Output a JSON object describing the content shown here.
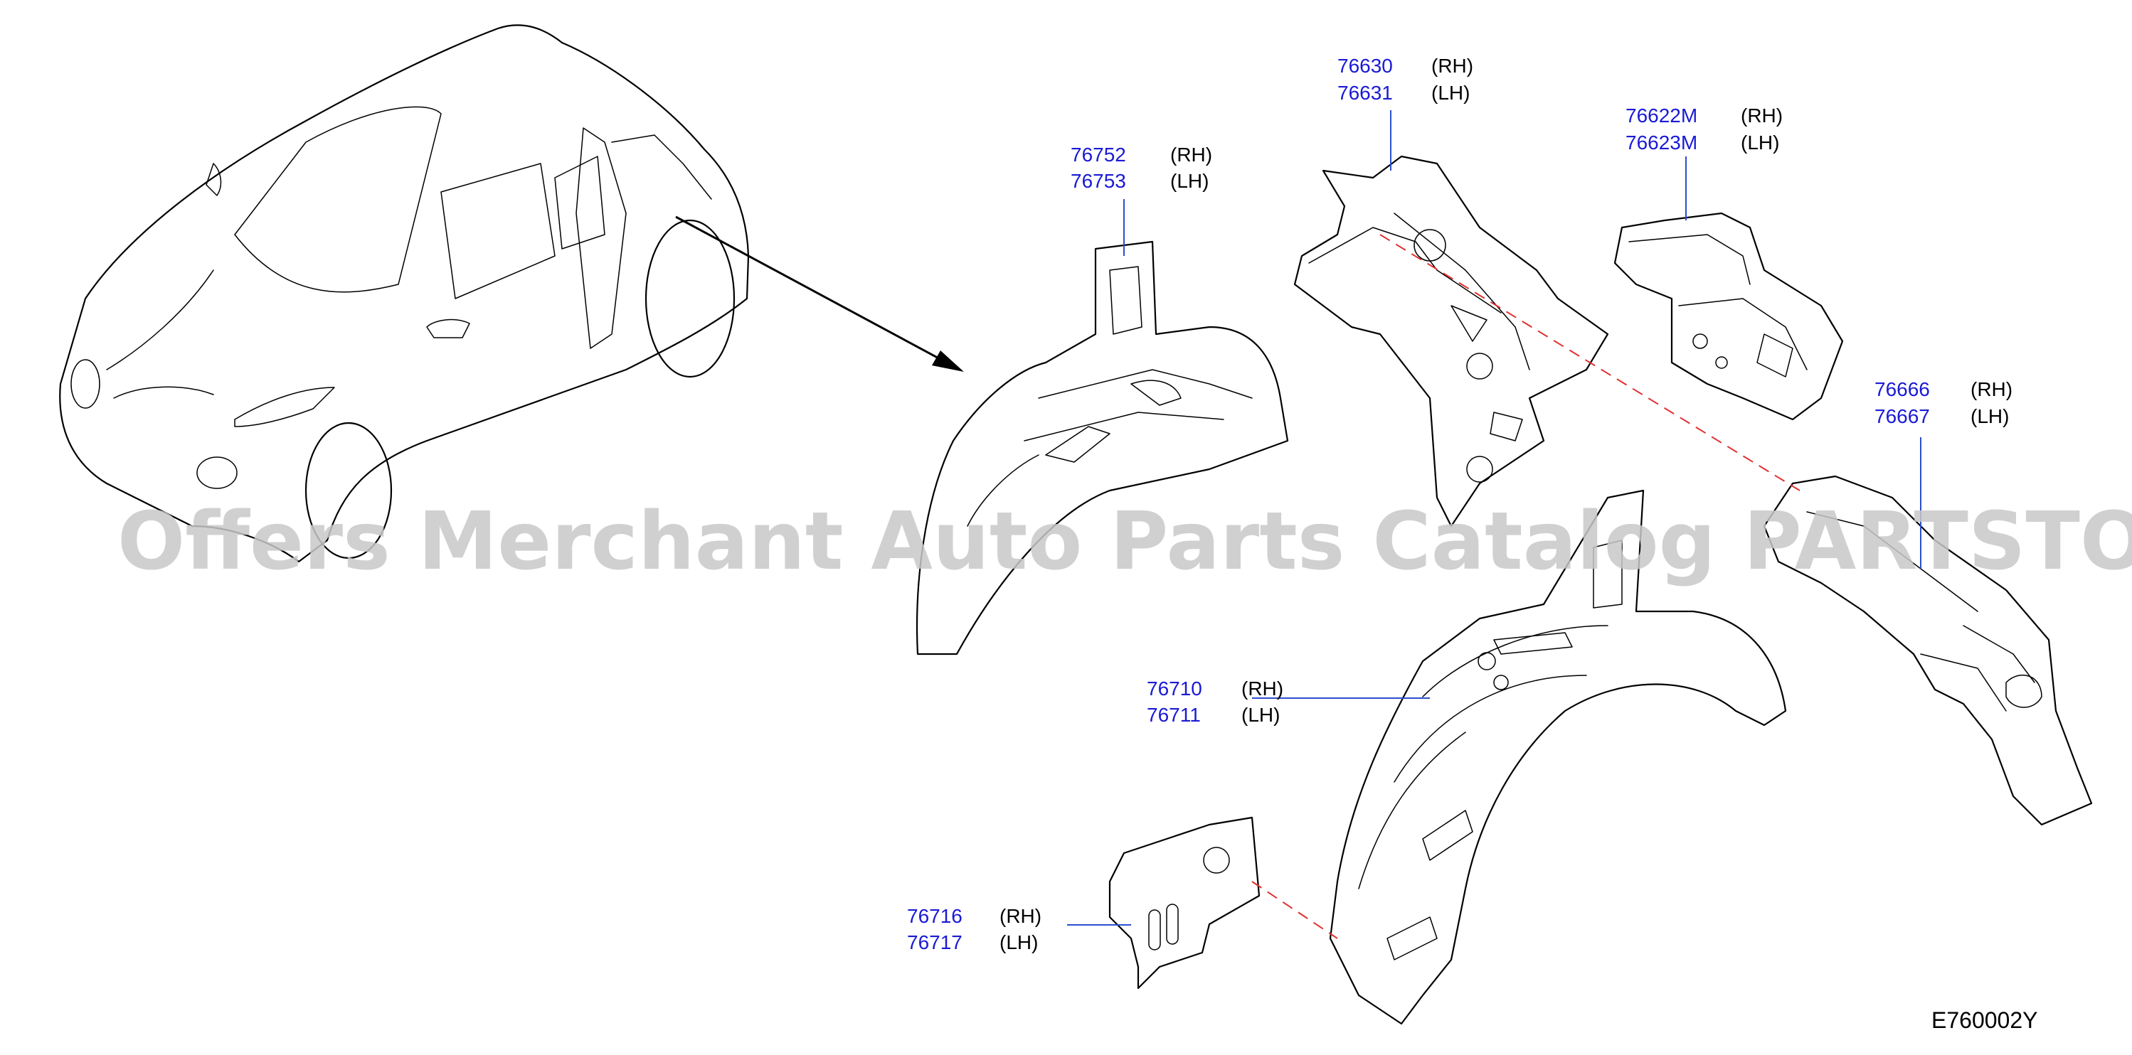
{
  "watermark": "Offers Merchant Auto Parts Catalog PARTSTORE.SA",
  "diagram_id": "E760002Y",
  "callouts": {
    "c1": {
      "rh_part": "76752",
      "rh_side": "(RH)",
      "lh_part": "76753",
      "lh_side": "(LH)"
    },
    "c2": {
      "rh_part": "76630",
      "rh_side": "(RH)",
      "lh_part": "76631",
      "lh_side": "(LH)"
    },
    "c3": {
      "rh_part": "76622M",
      "rh_side": "(RH)",
      "lh_part": "76623M",
      "lh_side": "(LH)"
    },
    "c4": {
      "rh_part": "76666",
      "rh_side": "(RH)",
      "lh_part": "76667",
      "lh_side": "(LH)"
    },
    "c5": {
      "rh_part": "76710",
      "rh_side": "(RH)",
      "lh_part": "76711",
      "lh_side": "(LH)"
    },
    "c6": {
      "rh_part": "76716",
      "rh_side": "(RH)",
      "lh_part": "76717",
      "lh_side": "(LH)"
    }
  },
  "colors": {
    "part_number": "#1a1ad6",
    "leader": "#2b4ecf",
    "dashed": "#e03030",
    "watermark": "#c8c8c8"
  }
}
